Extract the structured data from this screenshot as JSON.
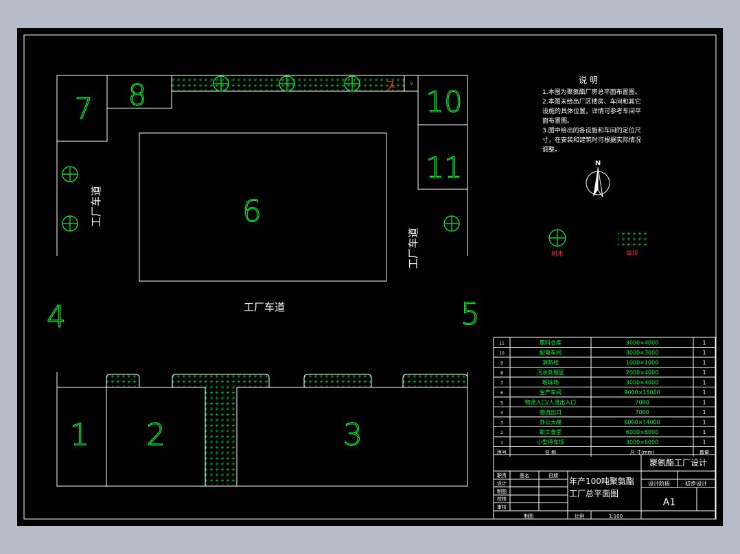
{
  "plan": {
    "zone_numbers": {
      "z1": "1",
      "z2": "2",
      "z3": "3",
      "z4": "4",
      "z5": "5",
      "z6": "6",
      "z7": "7",
      "z8": "8",
      "z9": "9",
      "z10": "10",
      "z11": "11"
    },
    "road_label_left": "工厂车道",
    "road_label_right": "工厂车道",
    "road_label_center": "工厂车道"
  },
  "notes": {
    "title": "说 明",
    "lines": [
      "1.本图为聚氨酯厂房总平面布置图。",
      "2.本图未给出厂区楼房、车间和其它",
      "设施的具体位置，详情可参考车间平",
      "面布置图。",
      "3.图中给出的各设施和车间的定位尺",
      "寸，在安装和建筑时可根据实际情况",
      "调整。"
    ]
  },
  "compass": {
    "north": "N"
  },
  "legend": {
    "tree": "树木",
    "lawn": "草坪"
  },
  "colors": {
    "line": "#ffffff",
    "drawing": "#00ff33",
    "legend_text": "#ff3333",
    "background": "#000000"
  },
  "table": {
    "rows": [
      {
        "no": "11",
        "name": "原料仓库",
        "size": "3000×4000",
        "qty": "1"
      },
      {
        "no": "10",
        "name": "配电车间",
        "size": "3000×3000",
        "qty": "1"
      },
      {
        "no": "9",
        "name": "消防栓",
        "size": "1000×1000",
        "qty": "1"
      },
      {
        "no": "8",
        "name": "污水处理区",
        "size": "2000×4000",
        "qty": "1"
      },
      {
        "no": "7",
        "name": "堆垛场",
        "size": "3000×4000",
        "qty": "1"
      },
      {
        "no": "6",
        "name": "生产车间",
        "size": "9000×15000",
        "qty": "1"
      },
      {
        "no": "5",
        "name": "物流入口/人流出入口",
        "size": "7000",
        "qty": "1"
      },
      {
        "no": "4",
        "name": "物流出口",
        "size": "7000",
        "qty": "1"
      },
      {
        "no": "3",
        "name": "办公大楼",
        "size": "6000×14000",
        "qty": "1"
      },
      {
        "no": "2",
        "name": "职工食堂",
        "size": "6000×6000",
        "qty": "1"
      },
      {
        "no": "1",
        "name": "小型停车场",
        "size": "3000×6000",
        "qty": "1"
      }
    ],
    "header": {
      "no": "序号",
      "name": "名 称",
      "size": "尺 寸(mm)",
      "qty": "数量"
    }
  },
  "title_block": {
    "company": "聚氨酯工厂设计",
    "project_line1": "年产100吨聚氨酯",
    "project_line2": "工厂总平面图",
    "stage1": "设计阶段",
    "stage2": "初步设计",
    "sheet": "A1",
    "roles": {
      "job": "职责",
      "name": "签名",
      "date": "日期",
      "design": "设计",
      "draw": "制图",
      "check": "校核",
      "review": "审核"
    },
    "drawn_by": "制图",
    "scale_label": "比例",
    "scale_value": "1:100"
  }
}
